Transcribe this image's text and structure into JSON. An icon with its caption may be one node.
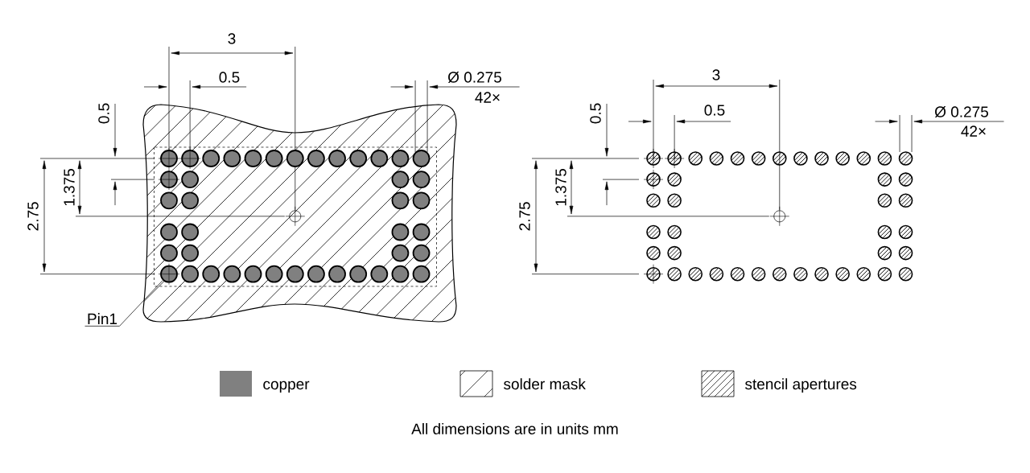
{
  "diagram": {
    "caption": "All dimensions are in units mm",
    "nodes": [
      {
        "text": [
          "Pin1"
        ]
      },
      {
        "text": [],
        "shape": "circle"
      },
      {
        "text": [],
        "shape": "circle"
      },
      {
        "text": [],
        "shape": "circle"
      },
      {
        "text": [],
        "shape": "circle"
      },
      {
        "text": [],
        "shape": "circle"
      },
      {
        "text": [],
        "shape": "circle"
      },
      {
        "text": [],
        "shape": "circle"
      },
      {
        "text": [],
        "shape": "circle"
      },
      {
        "text": [],
        "shape": "circle"
      },
      {
        "text": [],
        "shape": "circle"
      },
      {
        "text": [],
        "shape": "circle"
      },
      {
        "text": [],
        "shape": "circle"
      },
      {
        "text": [],
        "shape": "circle"
      },
      {
        "text": [],
        "shape": "circle"
      },
      {
        "text": [],
        "shape": "circle"
      },
      {
        "text": [],
        "shape": "circle"
      },
      {
        "text": [],
        "shape": "circle"
      },
      {
        "text": [],
        "shape": "circle"
      },
      {
        "text": [],
        "shape": "circle"
      },
      {
        "text": [],
        "shape": "circle"
      },
      {
        "text": [],
        "shape": "circle"
      },
      {
        "text": [],
        "shape": "circle"
      },
      {
        "text": [],
        "shape": "circle"
      },
      {
        "text": [],
        "shape": "circle"
      },
      {
        "text": [],
        "shape": "circle"
      },
      {
        "text": [],
        "shape": "circle"
      },
      {
        "text": [],
        "shape": "circle"
      },
      {
        "text": [],
        "shape": "circle"
      },
      {
        "text": [],
        "shape": "circle"
      },
      {
        "text": [],
        "shape": "circle"
      },
      {
        "text": [],
        "shape": "circle"
      },
      {
        "text": [],
        "shape": "circle"
      },
      {
        "text": [],
        "shape": "circle"
      },
      {
        "text": [],
        "shape": "circle"
      },
      {
        "text": [],
        "shape": "circle"
      },
      {
        "text": [],
        "shape": "circle"
      },
      {
        "text": [],
        "shape": "circle"
      },
      {
        "text": [],
        "shape": "circle"
      },
      {
        "text": [],
        "shape": "circle"
      },
      {
        "text": [],
        "shape": "circle"
      },
      {
        "text": [],
        "shape": "circle"
      },
      {
        "text": [],
        "shape": "circle"
      }
    ],
    "edges": [
      {
        "from": 0,
        "to": 30,
        "arrow": "none"
      }
    ],
    "labels": [
      "3",
      "0.5",
      "Ø 0.275",
      "42×",
      "0.5",
      "1.375",
      "2.75",
      "3",
      "0.5",
      "Ø 0.275",
      "42×",
      "0.5",
      "1.375",
      "2.75"
    ],
    "legend": [
      {
        "text": "copper",
        "color": "#808080"
      },
      {
        "text": "solder mask"
      },
      {
        "text": "stencil apertures"
      }
    ]
  }
}
